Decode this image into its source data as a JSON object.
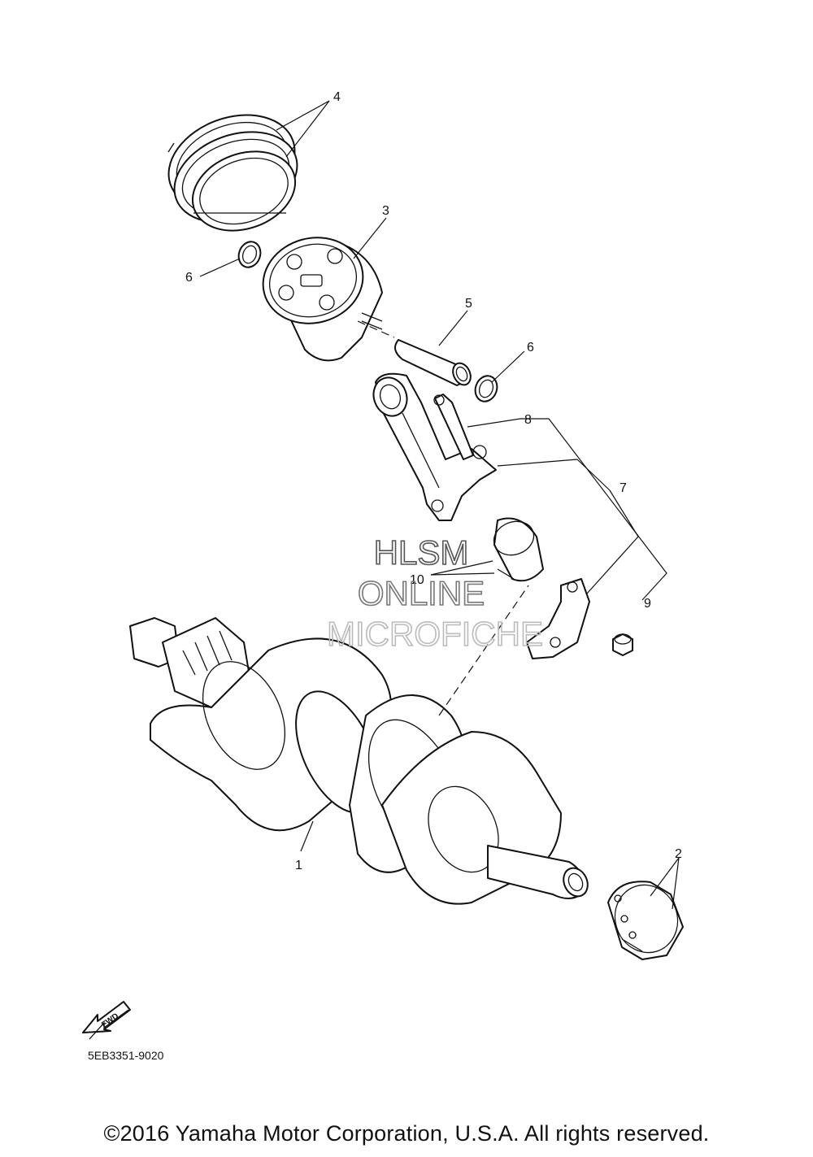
{
  "callouts": {
    "c1": "1",
    "c2": "2",
    "c3": "3",
    "c4": "4",
    "c5": "5",
    "c6a": "6",
    "c6b": "6",
    "c7": "7",
    "c8": "8",
    "c9": "9",
    "c10": "10"
  },
  "watermark": {
    "line1": "HLSM",
    "line2": "ONLINE",
    "line3": "MICROFICHE"
  },
  "fwd_label": "FWD",
  "diagram_code": "5EB3351-9020",
  "copyright": "©2016 Yamaha Motor Corporation, U.S.A. All rights reserved."
}
